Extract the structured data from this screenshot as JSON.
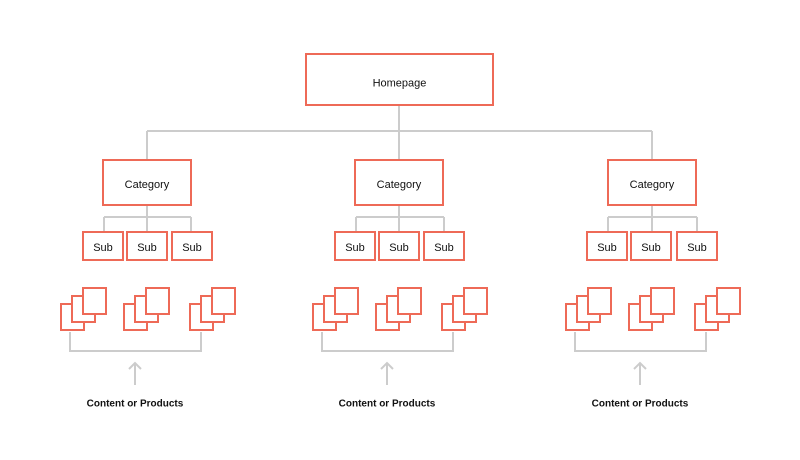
{
  "colors": {
    "box_stroke": "#ee6a57",
    "connector": "#cccccc",
    "text": "#111111",
    "background": "#ffffff"
  },
  "homepage": {
    "label": "Homepage"
  },
  "categories": [
    {
      "label": "Category",
      "subs": [
        "Sub",
        "Sub",
        "Sub"
      ],
      "content_label": "Content or Products"
    },
    {
      "label": "Category",
      "subs": [
        "Sub",
        "Sub",
        "Sub"
      ],
      "content_label": "Content or Products"
    },
    {
      "label": "Category",
      "subs": [
        "Sub",
        "Sub",
        "Sub"
      ],
      "content_label": "Content or Products"
    }
  ]
}
